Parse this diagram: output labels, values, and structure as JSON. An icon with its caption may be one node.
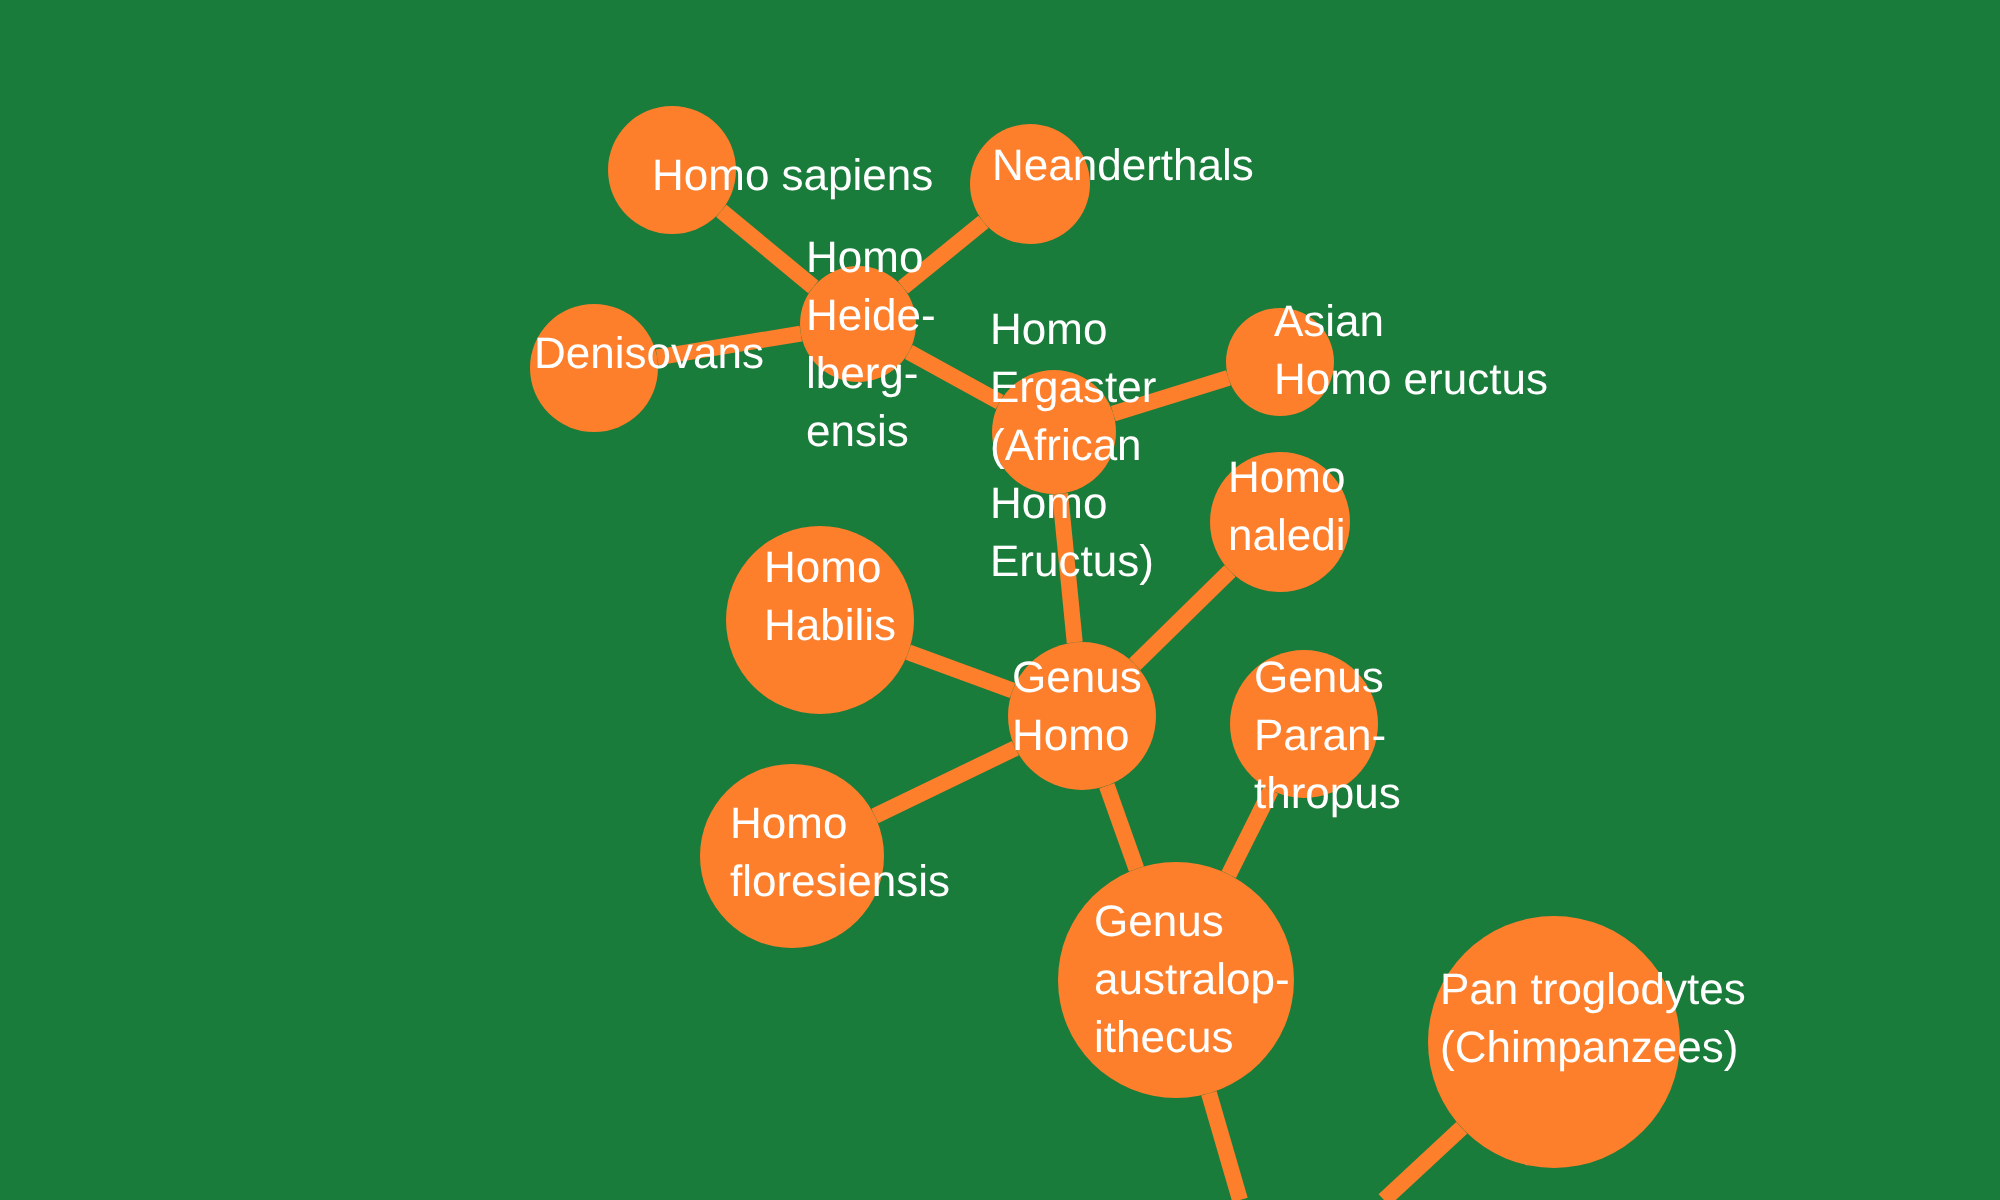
{
  "diagram": {
    "nodes": [
      {
        "text": [
          "Homo sapiens"
        ]
      },
      {
        "text": [
          "Neanderthals"
        ]
      },
      {
        "text": [
          "Homo Heide- lberg- ensis"
        ]
      },
      {
        "text": [
          "Denisovans"
        ]
      },
      {
        "text": [
          "Homo Ergaster (African Homo Eructus)"
        ]
      },
      {
        "text": [
          "Asian Homo eructus"
        ]
      },
      {
        "text": [
          "Homo naledi"
        ]
      },
      {
        "text": [
          "Homo Habilis"
        ]
      },
      {
        "text": [
          "Genus Homo"
        ]
      },
      {
        "text": [
          "Genus Paran- thropus"
        ]
      },
      {
        "text": [
          "Homo floresiensis"
        ]
      },
      {
        "text": [
          "Genus australop- ithecus"
        ]
      },
      {
        "text": [
          "Pan troglodytes (Chimpanzees)"
        ]
      }
    ],
    "edges": [
      {
        "from": 2,
        "to": 0,
        "arrow": "none"
      },
      {
        "from": 2,
        "to": 1,
        "arrow": "none"
      },
      {
        "from": 2,
        "to": 3,
        "arrow": "none"
      },
      {
        "from": 4,
        "to": 2,
        "arrow": "none"
      },
      {
        "from": 4,
        "to": 5,
        "arrow": "none"
      },
      {
        "from": 8,
        "to": 4,
        "arrow": "none"
      },
      {
        "from": 8,
        "to": 6,
        "arrow": "none"
      },
      {
        "from": 8,
        "to": 7,
        "arrow": "none"
      },
      {
        "from": 8,
        "to": 10,
        "arrow": "none"
      },
      {
        "from": 11,
        "to": 8,
        "arrow": "none"
      },
      {
        "from": 11,
        "to": 9,
        "arrow": "none"
      },
      {
        "from": null,
        "to": 11,
        "arrow": "none"
      },
      {
        "from": null,
        "to": 12,
        "arrow": "none"
      }
    ]
  }
}
